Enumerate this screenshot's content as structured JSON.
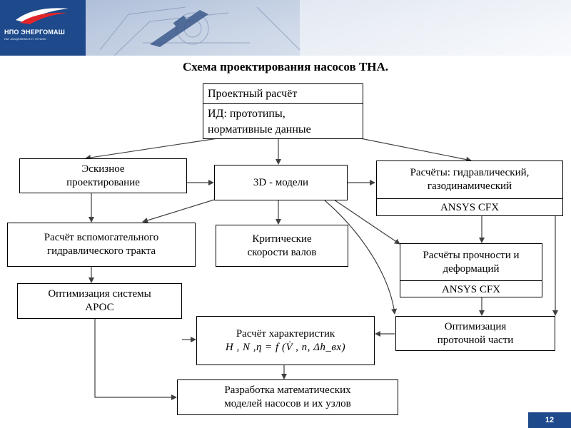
{
  "header": {
    "logo_text": "НПО ЭНЕРГОМАШ",
    "logo_subtext": "ИМ. АКАДЕМИКА В.П. ГЛУШКО"
  },
  "title": "Схема проектирования насосов ТНА.",
  "boxes": {
    "project_calc": {
      "line1": "Проектный расчёт",
      "line2": "ИД: прототипы,",
      "line3": "нормативные данные"
    },
    "sketch_design": {
      "line1": "Эскизное",
      "line2": "проектирование"
    },
    "models_3d": {
      "label": "3D - модели"
    },
    "calc_hydraulic": {
      "line1": "Расчёты: гидравлический,",
      "line2": "газодинамический",
      "line3": "ANSYS CFX"
    },
    "aux_tract": {
      "line1": "Расчёт вспомогательного",
      "line2": "гидравлического тракта"
    },
    "critical_speeds": {
      "line1": "Критические",
      "line2": "скорости валов"
    },
    "strength_calc": {
      "line1": "Расчёты прочности и",
      "line2": "деформаций",
      "line3": "ANSYS CFX"
    },
    "apos_optimization": {
      "line1": "Оптимизация системы",
      "line2": "АРОС"
    },
    "characteristics": {
      "line1": "Расчёт характеристик",
      "formula": "H , N ,η = f (V̇ , n, Δh_вх)"
    },
    "flow_optimization": {
      "line1": "Оптимизация",
      "line2": "проточной части"
    },
    "math_models": {
      "line1": "Разработка математических",
      "line2": "моделей насосов и их узлов"
    }
  },
  "page_number": "12"
}
